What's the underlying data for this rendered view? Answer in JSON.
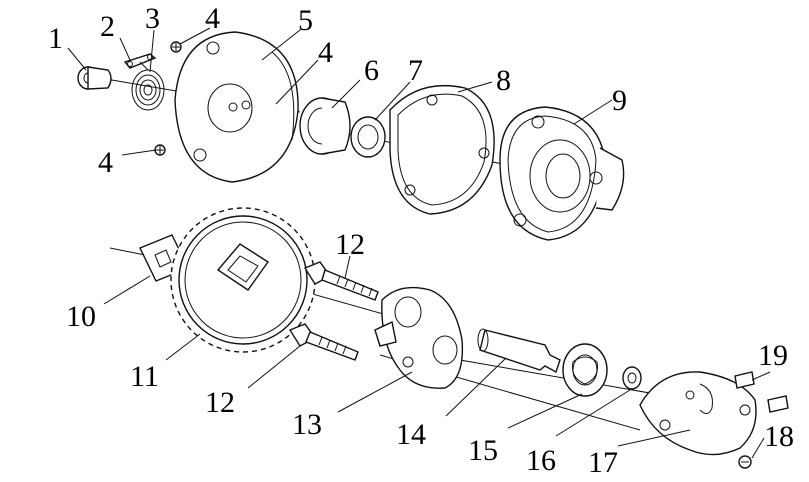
{
  "callouts": [
    "1",
    "2",
    "3",
    "4",
    "4",
    "4",
    "5",
    "6",
    "7",
    "8",
    "9",
    "10",
    "11",
    "12",
    "12",
    "13",
    "14",
    "15",
    "16",
    "17",
    "18",
    "19"
  ]
}
